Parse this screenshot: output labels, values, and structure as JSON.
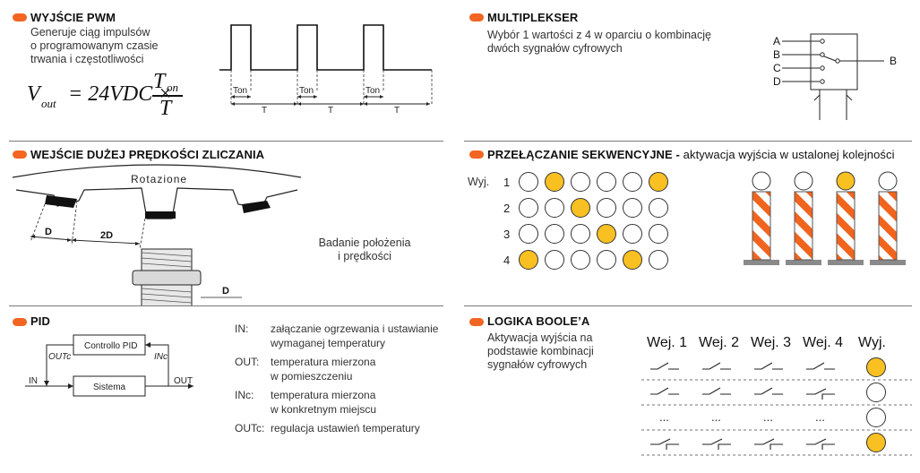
{
  "pwm": {
    "title": "WYJŚCIE PWM",
    "desc": [
      "Generuje ciąg impulsów",
      "o programowanym czasie",
      "trwania i częstotliwości"
    ],
    "formula": {
      "lhs": "V",
      "lhs_sub": "out",
      "eq": " = 24VDC ×",
      "num": "T",
      "num_sub": "on",
      "den": "T"
    },
    "ton_label": "Ton",
    "t_label": "T"
  },
  "mux": {
    "title": "MULTIPLEKSER",
    "desc": [
      "Wybór 1 wartości z 4 w oparciu o kombinację",
      "dwóch sygnałów cyfrowych"
    ],
    "inputs": [
      "A",
      "B",
      "C",
      "D"
    ],
    "output": "B"
  },
  "counting": {
    "title": "WEJŚCIE DUŻEJ PRĘDKOŚCI ZLICZANIA",
    "rotation_label": "Rotazione",
    "dim_d": "D",
    "dim_2d": "2D",
    "sensor_d": "D",
    "desc": [
      "Badanie położenia",
      "i prędkości"
    ]
  },
  "sequential": {
    "title": "PRZEŁĄCZANIE SEKWENCYJNE -",
    "title_rest": " aktywacja wyjścia w ustalonej kolejności",
    "out_label": "Wyj.",
    "rows": [
      {
        "label": "1",
        "lamps": [
          0,
          1,
          0,
          0,
          0,
          1
        ]
      },
      {
        "label": "2",
        "lamps": [
          0,
          0,
          1,
          0,
          0,
          0
        ]
      },
      {
        "label": "3",
        "lamps": [
          0,
          0,
          0,
          1,
          0,
          0
        ]
      },
      {
        "label": "4",
        "lamps": [
          1,
          0,
          0,
          0,
          1,
          0
        ]
      }
    ],
    "beacons": [
      0,
      0,
      1,
      0
    ]
  },
  "pid": {
    "title": "PID",
    "controller": "Controllo PID",
    "system": "Sistema",
    "in": "IN",
    "out": "OUT",
    "outc": "OUTc",
    "inc": "INc",
    "defs": [
      {
        "term": "IN:",
        "desc": [
          "załączanie ogrzewania i ustawianie",
          "wymaganej temperatury"
        ]
      },
      {
        "term": "OUT:",
        "desc": [
          "temperatura mierzona",
          "w pomieszczeniu"
        ]
      },
      {
        "term": "INc:",
        "desc": [
          "temperatura mierzona",
          "w konkretnym miejscu"
        ]
      },
      {
        "term": "OUTc:",
        "desc": [
          "regulacja ustawień temperatury"
        ]
      }
    ]
  },
  "boolean": {
    "title": "LOGIKA BOOLE’A",
    "desc": [
      "Aktywacja wyjścia na",
      "podstawie kombinacji",
      "sygnałów cyfrowych"
    ],
    "headers": [
      "Wej. 1",
      "Wej. 2",
      "Wej. 3",
      "Wej. 4",
      "Wyj."
    ],
    "rows": [
      {
        "inputs": [
          "no",
          "no",
          "no",
          "no"
        ],
        "output": 1
      },
      {
        "inputs": [
          "no",
          "no",
          "no",
          "nc"
        ],
        "output": 0
      },
      {
        "inputs": [
          "...",
          "...",
          "...",
          "..."
        ],
        "output": 0
      },
      {
        "inputs": [
          "nc",
          "nc",
          "nc",
          "nc"
        ],
        "output": 1
      }
    ]
  },
  "colors": {
    "accent": "#f26522",
    "lamp_on": "#f9c021",
    "stripe": "#f0641e",
    "rule": "#7a7a7a"
  }
}
